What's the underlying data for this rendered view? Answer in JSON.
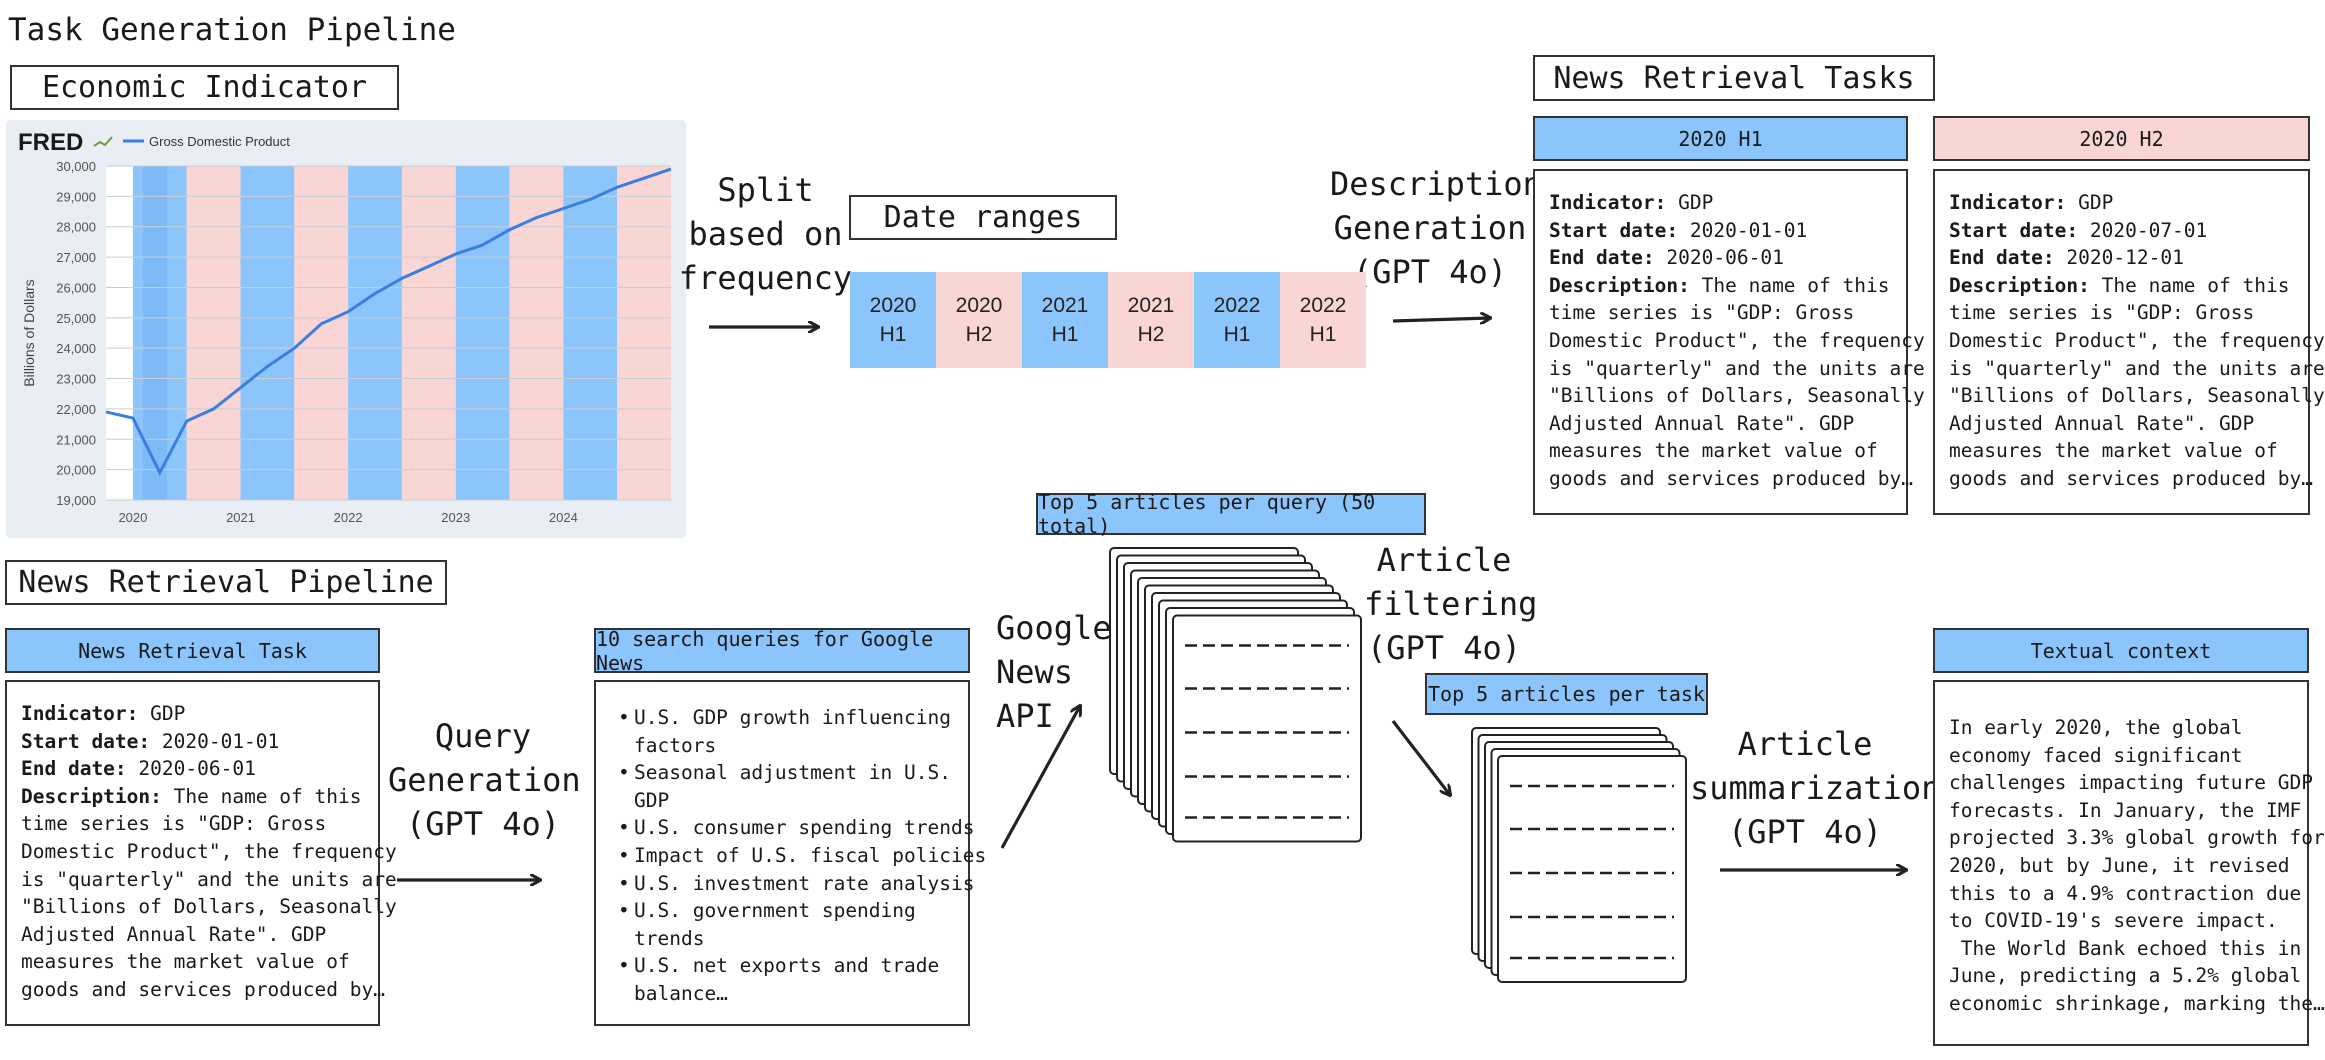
{
  "page_title": "Task Generation Pipeline",
  "section_titles": {
    "economic_indicator": "Economic Indicator",
    "news_retrieval_tasks": "News Retrieval Tasks",
    "news_retrieval_pipeline": "News Retrieval Pipeline",
    "date_ranges": "Date ranges"
  },
  "fred_chart": {
    "logo": "FRED",
    "legend": "Gross Domestic Product",
    "ylabel": "Billions of Dollars",
    "yticks": [
      "30,000",
      "29,000",
      "28,000",
      "27,000",
      "26,000",
      "25,000",
      "24,000",
      "23,000",
      "22,000",
      "21,000",
      "20,000",
      "19,000"
    ],
    "xticks": [
      "2020",
      "2021",
      "2022",
      "2023",
      "2024"
    ],
    "colors": {
      "blue_band": "#8cc5fb",
      "pink_band": "#f9d5d4",
      "line": "#3a7fe0"
    }
  },
  "chart_data": {
    "type": "line",
    "title": "",
    "legend": [
      "Gross Domestic Product"
    ],
    "ylabel": "Billions of Dollars",
    "ylim": [
      19000,
      30000
    ],
    "x": [
      "2019 Q4",
      "2020 Q1",
      "2020 Q2",
      "2020 Q3",
      "2020 Q4",
      "2021 Q1",
      "2021 Q2",
      "2021 Q3",
      "2021 Q4",
      "2022 Q1",
      "2022 Q2",
      "2022 Q3",
      "2022 Q4",
      "2023 Q1",
      "2023 Q2",
      "2023 Q3",
      "2023 Q4",
      "2024 Q1",
      "2024 Q2",
      "2024 Q3",
      "2024 Q4",
      "2025 Q1"
    ],
    "series": [
      {
        "name": "Gross Domestic Product",
        "values": [
          21900,
          21700,
          19900,
          21600,
          22000,
          22700,
          23400,
          24000,
          24800,
          25200,
          25800,
          26300,
          26700,
          27100,
          27400,
          27900,
          28300,
          28600,
          28900,
          29300,
          29600,
          29900
        ]
      }
    ]
  },
  "flow_labels": {
    "split": [
      "Split",
      "based on",
      "frequency"
    ],
    "description_generation": [
      "Description",
      "Generation",
      "(GPT 4o)"
    ],
    "query_generation": [
      "Query",
      "Generation",
      "(GPT 4o)"
    ],
    "google_news": [
      "Google",
      "News",
      "API"
    ],
    "article_filtering": [
      "Article",
      "filtering",
      "(GPT 4o)"
    ],
    "article_summarization": [
      "Article",
      "summarization",
      "(GPT 4o)"
    ]
  },
  "date_ranges": [
    {
      "year": "2020",
      "half": "H1",
      "color": "#8cc5fb"
    },
    {
      "year": "2020",
      "half": "H2",
      "color": "#f9d5d4"
    },
    {
      "year": "2021",
      "half": "H1",
      "color": "#8cc5fb"
    },
    {
      "year": "2021",
      "half": "H2",
      "color": "#f9d5d4"
    },
    {
      "year": "2022",
      "half": "H1",
      "color": "#8cc5fb"
    },
    {
      "year": "2022",
      "half": "H1",
      "color": "#f9d5d4"
    }
  ],
  "task_2020_h1": {
    "header": "2020 H1",
    "lines": [
      {
        "k": "Indicator:",
        "v": " GDP"
      },
      {
        "k": "Start date:",
        "v": " 2020-01-01"
      },
      {
        "k": "End date:",
        "v": " 2020-06-01"
      },
      {
        "k": "Description:",
        "v": " The name of this"
      },
      {
        "k": "",
        "v": "time series is \"GDP: Gross"
      },
      {
        "k": "",
        "v": "Domestic Product\", the frequency"
      },
      {
        "k": "",
        "v": "is \"quarterly\" and the units are"
      },
      {
        "k": "",
        "v": "\"Billions of Dollars, Seasonally"
      },
      {
        "k": "",
        "v": "Adjusted Annual Rate\". GDP"
      },
      {
        "k": "",
        "v": "measures the market value of"
      },
      {
        "k": "",
        "v": "goods and services produced by…"
      }
    ]
  },
  "task_2020_h2": {
    "header": "2020 H2",
    "lines": [
      {
        "k": "Indicator:",
        "v": " GDP"
      },
      {
        "k": "Start date:",
        "v": " 2020-07-01"
      },
      {
        "k": "End date:",
        "v": " 2020-12-01"
      },
      {
        "k": "Description:",
        "v": " The name of this"
      },
      {
        "k": "",
        "v": "time series is \"GDP: Gross"
      },
      {
        "k": "",
        "v": "Domestic Product\", the frequency"
      },
      {
        "k": "",
        "v": "is \"quarterly\" and the units are"
      },
      {
        "k": "",
        "v": "\"Billions of Dollars, Seasonally"
      },
      {
        "k": "",
        "v": "Adjusted Annual Rate\". GDP"
      },
      {
        "k": "",
        "v": "measures the market value of"
      },
      {
        "k": "",
        "v": "goods and services produced by…"
      }
    ]
  },
  "news_task": {
    "header": "News Retrieval Task",
    "lines": [
      {
        "k": "Indicator:",
        "v": " GDP"
      },
      {
        "k": "Start date:",
        "v": " 2020-01-01"
      },
      {
        "k": "End date:",
        "v": " 2020-06-01"
      },
      {
        "k": "Description:",
        "v": " The name of this"
      },
      {
        "k": "",
        "v": "time series is \"GDP: Gross"
      },
      {
        "k": "",
        "v": "Domestic Product\", the frequency"
      },
      {
        "k": "",
        "v": "is \"quarterly\" and the units are"
      },
      {
        "k": "",
        "v": "\"Billions of Dollars, Seasonally"
      },
      {
        "k": "",
        "v": "Adjusted Annual Rate\". GDP"
      },
      {
        "k": "",
        "v": "measures the market value of"
      },
      {
        "k": "",
        "v": "goods and services produced by…"
      }
    ]
  },
  "queries": {
    "header": "10 search queries for Google News",
    "items": [
      "U.S. GDP growth influencing\nfactors",
      "Seasonal adjustment in U.S.\nGDP",
      "U.S. consumer spending trends",
      "Impact of U.S. fiscal policies",
      "U.S. investment rate analysis",
      "U.S. government spending\ntrends",
      "U.S. net exports and trade\nbalance…"
    ]
  },
  "articles": {
    "top_per_query": "Top 5 articles per query (50 total)",
    "top_per_task": "Top 5 articles per task"
  },
  "textual_context": {
    "header": "Textual context",
    "lines": [
      "In early 2020, the global",
      "economy faced significant",
      "challenges impacting future GDP",
      "forecasts. In January, the IMF",
      "projected 3.3% global growth for",
      "2020, but by June, it revised",
      "this to a 4.9% contraction due",
      "to COVID-19's severe impact.",
      " The World Bank echoed this in",
      "June, predicting a 5.2% global",
      "economic shrinkage, marking the…"
    ]
  }
}
